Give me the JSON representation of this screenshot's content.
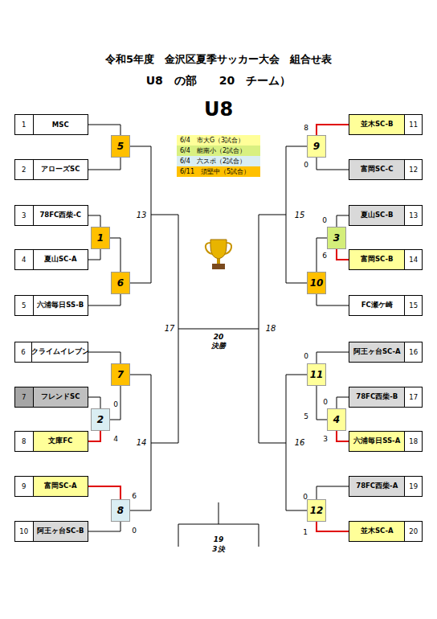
{
  "diagram": {
    "title": "令和5年度　金沢区夏季サッカー大会　組合せ表",
    "nodes": [
      {
        "text": [
          "1",
          "MSC"
        ]
      },
      {
        "text": [
          "2",
          "アローズSC"
        ]
      },
      {
        "text": [
          "3",
          "78FC西柴-C"
        ]
      },
      {
        "text": [
          "4",
          "夏山SC-A"
        ]
      },
      {
        "text": [
          "5",
          "六浦毎日SS-B"
        ]
      },
      {
        "text": [
          "6",
          "クライムイレブン"
        ]
      },
      {
        "text": [
          "7",
          "フレンドSC"
        ]
      },
      {
        "text": [
          "8",
          "文庫FC"
        ]
      },
      {
        "text": [
          "9",
          "富岡SC-A"
        ]
      },
      {
        "text": [
          "10",
          "阿王ヶ台SC-B"
        ]
      },
      {
        "text": [
          "並木SC-B",
          "11"
        ]
      },
      {
        "text": [
          "富岡SC-C",
          "12"
        ]
      },
      {
        "text": [
          "夏山SC-B",
          "13"
        ]
      },
      {
        "text": [
          "富岡SC-B",
          "14"
        ]
      },
      {
        "text": [
          "FC瀬ケ崎",
          "15"
        ]
      },
      {
        "text": [
          "阿王ヶ台SC-A",
          "16"
        ]
      },
      {
        "text": [
          "78FC西柴-B",
          "17"
        ]
      },
      {
        "text": [
          "六浦毎日SS-A",
          "18"
        ]
      },
      {
        "text": [
          "78FC西柴-A",
          "19"
        ]
      },
      {
        "text": [
          "並木SC-A",
          "20"
        ]
      },
      {
        "text": [
          "1"
        ]
      },
      {
        "text": [
          "2"
        ]
      },
      {
        "text": [
          "3"
        ]
      },
      {
        "text": [
          "4"
        ]
      },
      {
        "text": [
          "5"
        ]
      },
      {
        "text": [
          "6"
        ]
      },
      {
        "text": [
          "7"
        ]
      },
      {
        "text": [
          "8"
        ]
      },
      {
        "text": [
          "9"
        ]
      },
      {
        "text": [
          "10"
        ]
      },
      {
        "text": [
          "11"
        ]
      },
      {
        "text": [
          "12"
        ]
      }
    ],
    "edges": [
      {
        "from": 0,
        "to": 24,
        "arrow": "none"
      },
      {
        "from": 1,
        "to": 24,
        "arrow": "none"
      },
      {
        "from": 2,
        "to": 20,
        "arrow": "none"
      },
      {
        "from": 3,
        "to": 20,
        "arrow": "none"
      },
      {
        "from": 20,
        "to": 25,
        "arrow": "none"
      },
      {
        "from": 4,
        "to": 25,
        "arrow": "none"
      },
      {
        "from": 5,
        "to": 26,
        "arrow": "none"
      },
      {
        "from": 6,
        "to": 21,
        "arrow": "none"
      },
      {
        "from": 7,
        "to": 21,
        "arrow": "none"
      },
      {
        "from": 21,
        "to": 26,
        "arrow": "none"
      },
      {
        "from": 8,
        "to": 27,
        "arrow": "none"
      },
      {
        "from": 9,
        "to": 27,
        "arrow": "none"
      },
      {
        "from": 10,
        "to": 28,
        "arrow": "none"
      },
      {
        "from": 11,
        "to": 28,
        "arrow": "none"
      },
      {
        "from": 12,
        "to": 22,
        "arrow": "none"
      },
      {
        "from": 13,
        "to": 22,
        "arrow": "none"
      },
      {
        "from": 22,
        "to": 29,
        "arrow": "none"
      },
      {
        "from": 14,
        "to": 29,
        "arrow": "none"
      },
      {
        "from": 15,
        "to": 30,
        "arrow": "none"
      },
      {
        "from": 16,
        "to": 23,
        "arrow": "none"
      },
      {
        "from": 17,
        "to": 23,
        "arrow": "none"
      },
      {
        "from": 23,
        "to": 30,
        "arrow": "none"
      },
      {
        "from": 18,
        "to": 31,
        "arrow": "none"
      },
      {
        "from": 19,
        "to": 31,
        "arrow": "none"
      }
    ],
    "labels": [
      "U8　の部　　20　チーム）",
      "U8",
      "8",
      "0",
      "0",
      "6",
      "0",
      "0",
      "5",
      "3",
      "0",
      "1",
      "0",
      "4",
      "6",
      "0",
      "13",
      "14",
      "17",
      "15",
      "16",
      "18",
      "20",
      "決勝",
      "19",
      "3決"
    ],
    "legend": [
      {
        "text": "6/4　市大G（3試合）",
        "color": "#ffff99"
      },
      {
        "text": "6/4　能南小（2試合）",
        "color": "#d9f081"
      },
      {
        "text": "6/4　六スポ（2試合）",
        "color": "#daeef3"
      },
      {
        "text": "6/11　須堅中（5試合）",
        "color": "#ffc000"
      }
    ]
  }
}
